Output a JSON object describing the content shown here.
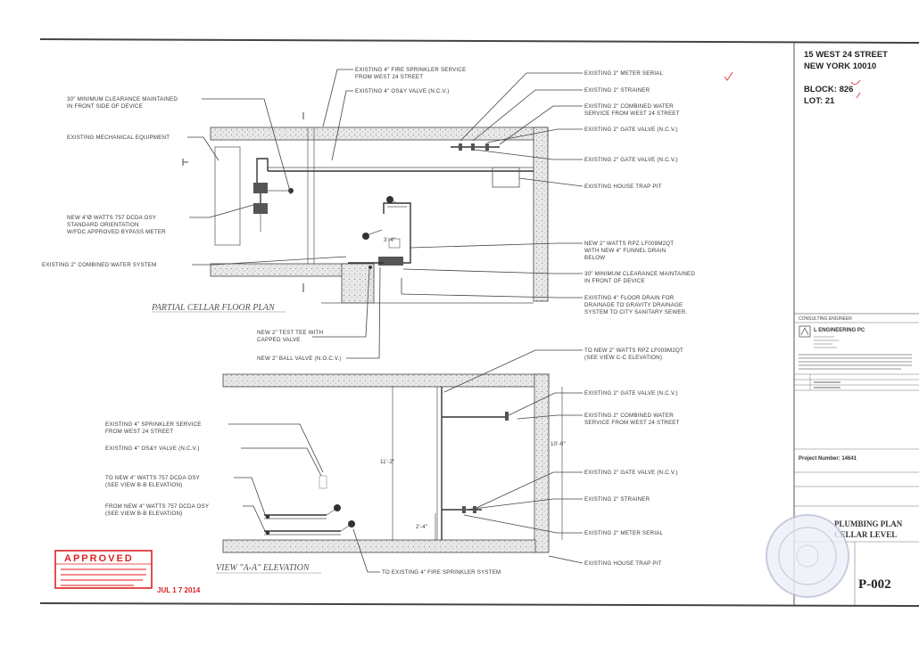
{
  "title_block": {
    "address_line1": "15 WEST 24 STREET",
    "address_line2": "NEW YORK 10010",
    "block": "BLOCK: 826",
    "lot": "LOT: 21",
    "consulting_label": "CONSULTING ENGINEER",
    "firm_name": "L ENGINEERING PC",
    "project_number": "Project Number: 14641",
    "drawing_title_1": "PLUMBING PLAN",
    "drawing_title_2": "CELLAR LEVEL",
    "sheet_number": "P-002"
  },
  "plan": {
    "title": "PARTIAL CELLAR FLOOR PLAN",
    "labels": {
      "fire_service": "EXISTING 4\" FIRE SPRINKLER SERVICE",
      "fire_service_2": "FROM WEST 24 STREET",
      "osy_valve": "EXISTING 4\" OS&Y VALVE (N.C.V.)",
      "clearance_1": "30\" MINIMUM CLEARANCE MAINTAINED",
      "clearance_1b": "IN FRONT SIDE OF DEVICE",
      "mech_equipment": "EXISTING MECHANICAL EQUIPMENT",
      "dcda_1": "NEW 4\"Ø WATTS 757 DCDA OSY",
      "dcda_2": "STANDARD ORIENTATION",
      "dcda_3": "W/FDC APPROVED BYPASS METER",
      "combined_water": "EXISTING 2\" COMBINED WATER SYSTEM",
      "meter_serial": "EXISTING 2\" METER SERIAL",
      "strainer": "EXISTING 2\" STRAINER",
      "combined_service_1": "EXISTING 2\" COMBINED WATER",
      "combined_service_2": "SERVICE FROM WEST 24 STREET",
      "gate_valve_1": "EXISTING 2\" GATE VALVE (N.C.V.)",
      "gate_valve_2": "EXISTING 2\" GATE VALVE (N.C.V.)",
      "house_trap": "EXISTING HOUSE TRAP PIT",
      "rpz_1": "NEW 2\" WATTS RPZ LF009M2QT",
      "rpz_2": "WITH NEW 4\" FUNNEL DRAIN",
      "rpz_3": "BELOW",
      "clearance_2": "30\" MINIMUM CLEARANCE MAINTAINED",
      "clearance_2b": "IN FRONT OF DEVICE",
      "floor_drain_1": "EXISTING 4\" FLOOR DRAIN FOR",
      "floor_drain_2": "DRAINAGE TO GRAVITY DRAINAGE",
      "floor_drain_3": "SYSTEM TO CITY SANITARY SEWER.",
      "test_tee_1": "NEW 2\" TEST TEE WITH",
      "test_tee_2": "CAPPED VALVE",
      "ball_valve": "NEW 2\" BALL VALVE (N.O.C.V.)",
      "dim_3_4": "3'-4\""
    }
  },
  "elevation": {
    "title": "VIEW \"A-A\" ELEVATION",
    "labels": {
      "to_rpz_1": "TO NEW 2\" WATTS RPZ LF009M2QT",
      "to_rpz_2": "(SEE VIEW C-C ELEVATION)",
      "gate_valve_1": "EXISTING 2\" GATE VALVE (N.C.V.)",
      "combined_1": "EXISTING 2\" COMBINED WATER",
      "combined_2": "SERVICE FROM WEST 24 STREET",
      "sprinkler_1": "EXISTING 4\" SPRINKLER SERVICE",
      "sprinkler_2": "FROM WEST 24 STREET",
      "osy_valve": "EXISTING 4\" OS&Y VALVE (N.C.V.)",
      "to_dcda_1": "TO NEW 4\" WATTS 757 DCDA OSY",
      "to_dcda_2": "(SEE VIEW B-B ELEVATION)",
      "from_dcda_1": "FROM NEW 4\" WATTS 757 DCDA OSY",
      "from_dcda_2": "(SEE VIEW B-B ELEVATION)",
      "gate_valve_2": "EXISTING 2\" GATE VALVE (N.C.V.)",
      "strainer": "EXISTING 2\" STRAINER",
      "meter_serial": "EXISTING 2\" METER SERIAL",
      "house_trap": "EXISTING HOUSE TRAP PIT",
      "to_fire": "TO EXISTING 4\" FIRE SPRINKLER SYSTEM",
      "dim_11_2": "11'-2\"",
      "dim_10_0": "10'-0\"",
      "dim_2_4": "2'-4\""
    }
  },
  "stamp": {
    "line1": "APPROVED",
    "date": "JUL 1 7 2014"
  }
}
